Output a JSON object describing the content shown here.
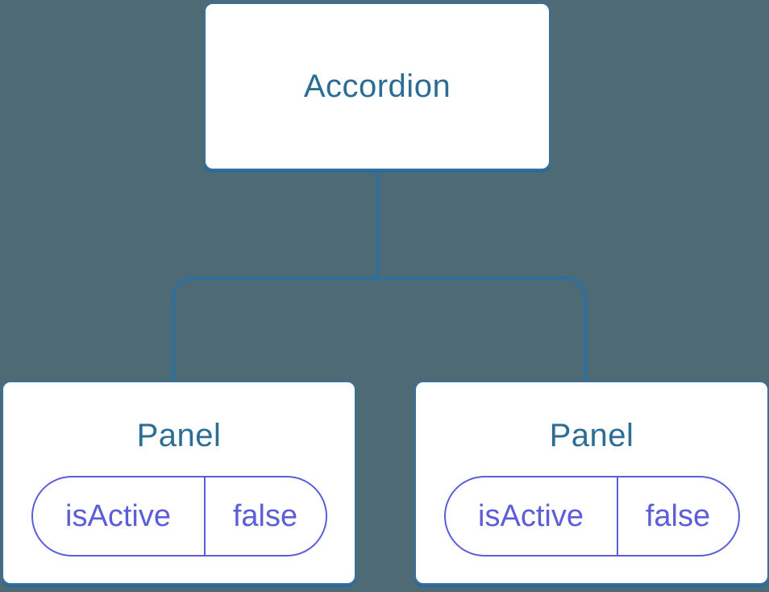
{
  "colors": {
    "background": "#4E6A74",
    "node_fill": "#ffffff",
    "node_border": "#35729F",
    "node_shadow": "#2C6B99",
    "connector": "#2E6F9E",
    "node_title": "#2C6D96",
    "state_pill": "#5B5ED8"
  },
  "tree": {
    "root": {
      "label": "Accordion"
    },
    "children": [
      {
        "label": "Panel",
        "state": {
          "name": "isActive",
          "value": "false"
        }
      },
      {
        "label": "Panel",
        "state": {
          "name": "isActive",
          "value": "false"
        }
      }
    ]
  }
}
